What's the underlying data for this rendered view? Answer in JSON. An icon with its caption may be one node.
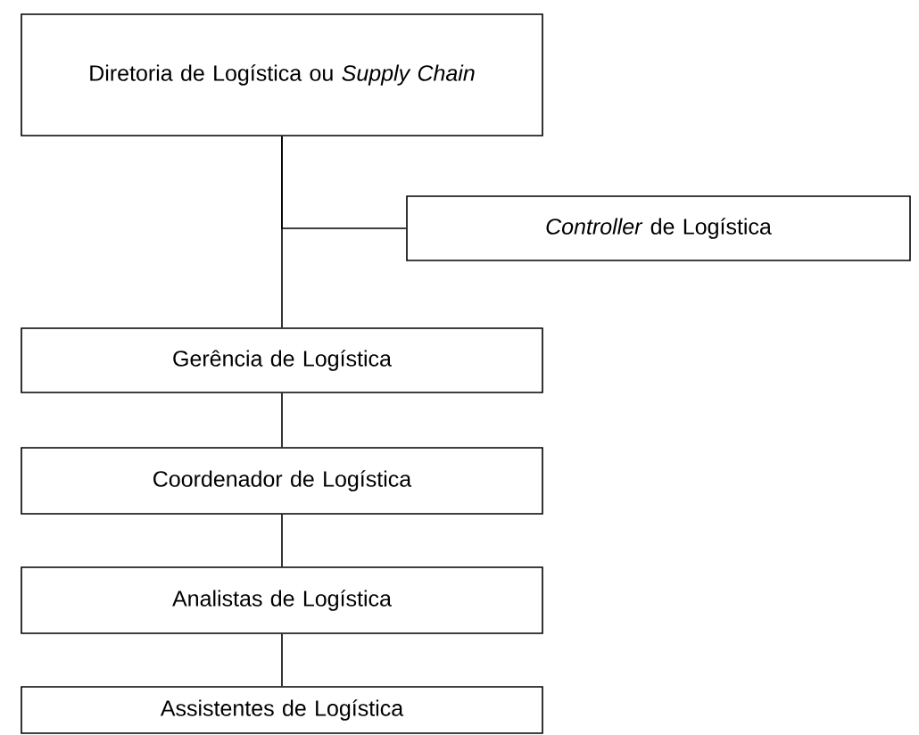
{
  "diagram": {
    "nodes": [
      {
        "text": [
          "Diretoria de Logística ou *Supply Chain*"
        ]
      },
      {
        "text": [
          "*Controller* de Logística"
        ]
      },
      {
        "text": [
          "Gerência de Logística"
        ]
      },
      {
        "text": [
          "Coordenador de Logística"
        ]
      },
      {
        "text": [
          "Analistas de Logística"
        ]
      },
      {
        "text": [
          "Assistentes de Logística"
        ]
      }
    ],
    "edges": [
      {
        "from": 0,
        "to": 1,
        "arrow": "none"
      },
      {
        "from": 0,
        "to": 2,
        "arrow": "none"
      },
      {
        "from": 2,
        "to": 3,
        "arrow": "none"
      },
      {
        "from": 3,
        "to": 4,
        "arrow": "none"
      },
      {
        "from": 4,
        "to": 5,
        "arrow": "none"
      }
    ]
  }
}
